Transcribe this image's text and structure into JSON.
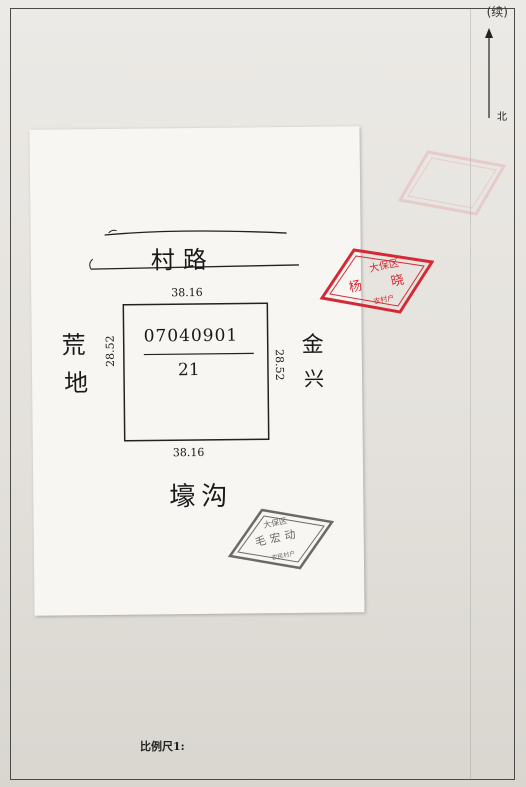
{
  "corner": {
    "text": "(续)"
  },
  "north": {
    "label": "北"
  },
  "sketch": {
    "top_road": "村路",
    "left_label_1": "荒",
    "left_label_2": "地",
    "right_label_1": "金",
    "right_label_2": "兴",
    "bottom_label": "壕沟",
    "dim_top": "38.16",
    "dim_bottom": "38.16",
    "dim_left": "28.52",
    "dim_right": "28.52",
    "parcel_code": "07040901",
    "parcel_number": "21"
  },
  "stamp_red": {
    "line1": "大保区",
    "line2": "杨",
    "line3": "晓",
    "line4": "农村户"
  },
  "stamp_grey": {
    "line1": "大保区",
    "line2": "毛宏动",
    "line3": "农民村户"
  },
  "footer": {
    "scale_label": "比例尺1:"
  },
  "colors": {
    "stamp_red": "#d42a35",
    "stamp_grey": "#6d6a66",
    "frame": "#4a4a4a"
  }
}
